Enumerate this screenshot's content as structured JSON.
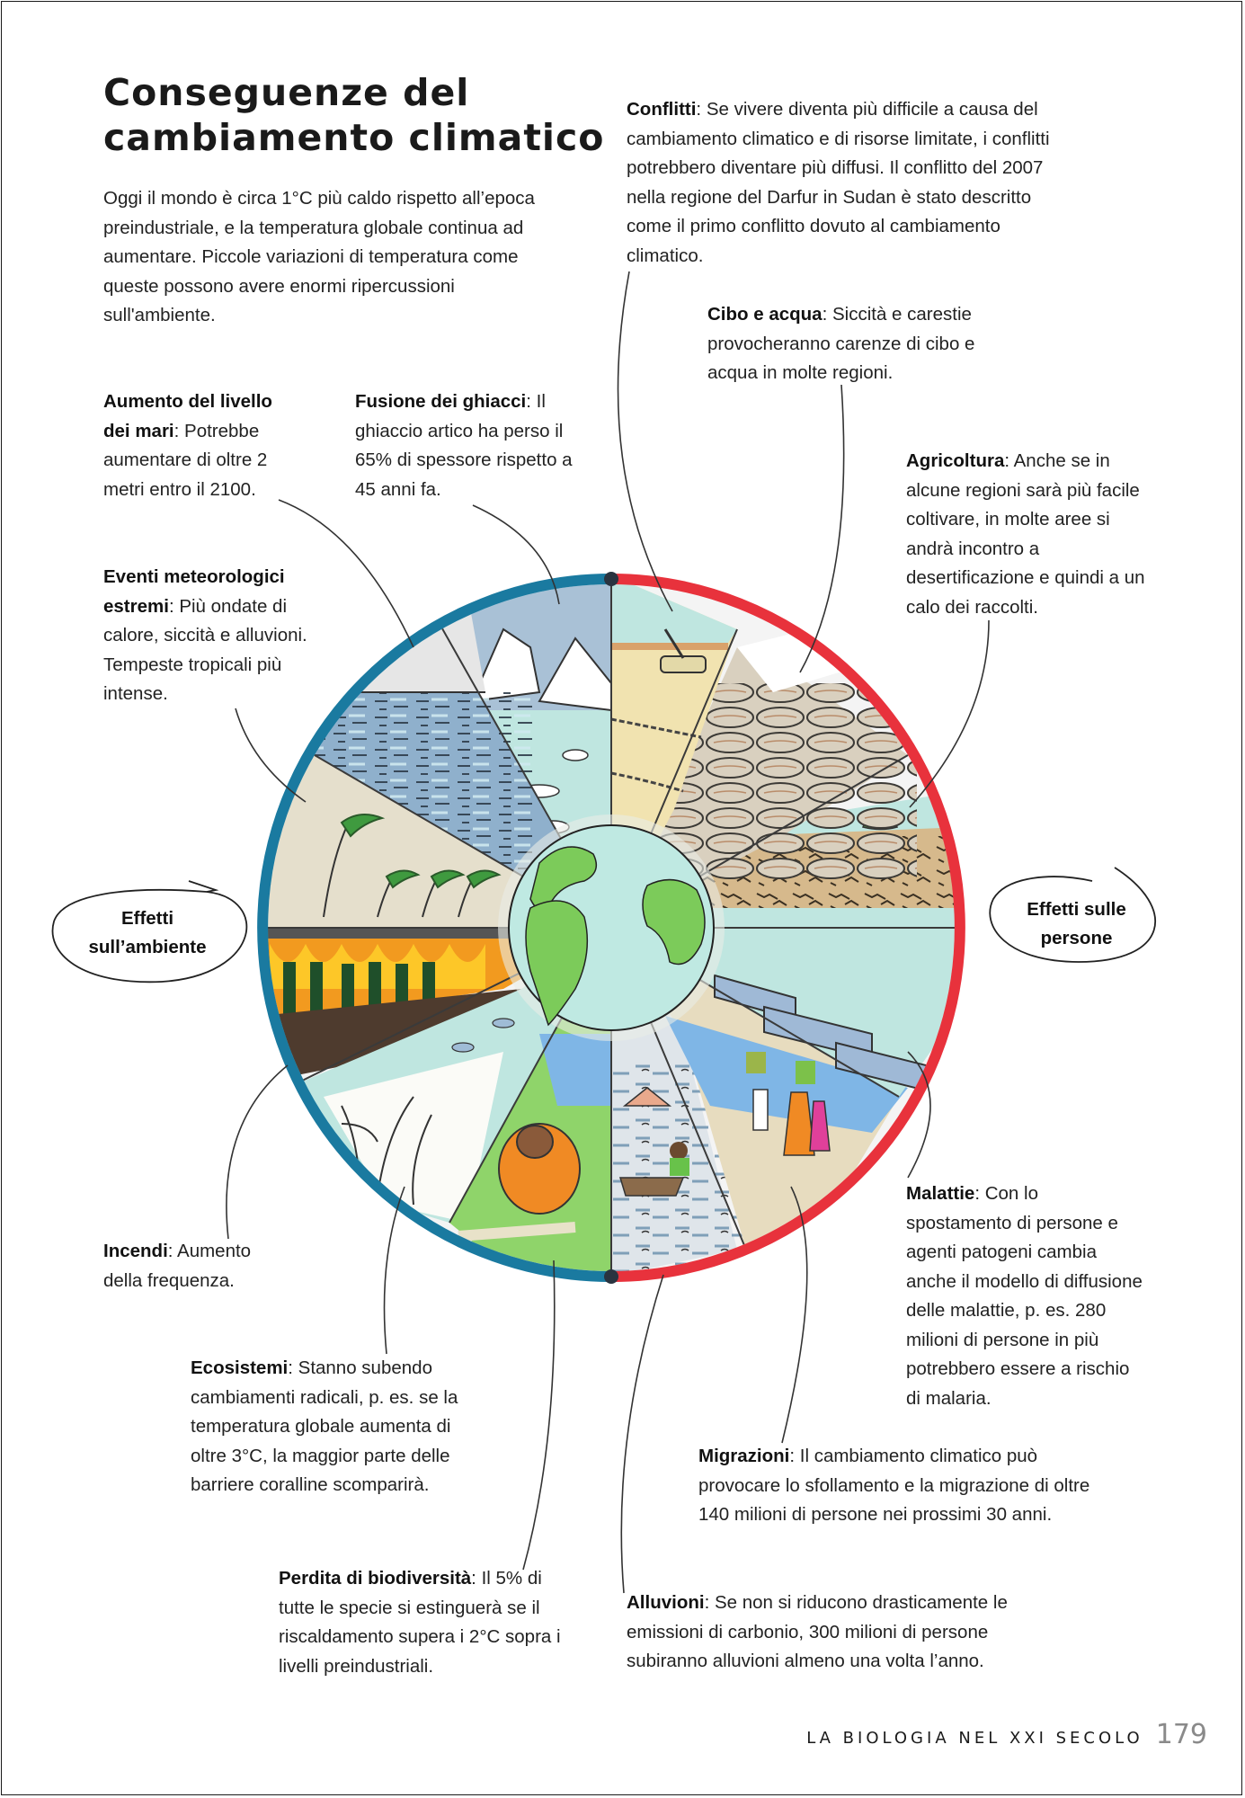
{
  "page": {
    "title_lines": [
      "Conseguenze del",
      "cambiamento climatico"
    ],
    "intro": "Oggi il mondo è circa 1°C più caldo rispetto all’epoca preindustriale, e la temperatura globale continua ad aumentare. Piccole variazioni di temperatura come queste possono avere enormi ripercussioni sull'ambiente."
  },
  "groups": {
    "environment": {
      "label_line1": "Effetti",
      "label_line2": "sull’ambiente",
      "ring_color": "#1a7aa0"
    },
    "people": {
      "label_line1": "Effetti sulle",
      "label_line2": "persone",
      "ring_color": "#e8323c"
    }
  },
  "notes": {
    "sea_level": {
      "heading": "Aumento del livello dei mari",
      "text": ": Potrebbe aumentare di oltre 2 metri entro il 2100."
    },
    "ice_melt": {
      "heading": "Fusione dei ghiacci",
      "text": ": Il ghiaccio artico ha perso il 65% di spessore rispetto a 45 anni fa."
    },
    "extreme_weather": {
      "heading": "Eventi meteorologici estremi",
      "text": ": Più ondate di calore, siccità e alluvioni. Tempeste tropicali più intense."
    },
    "fires": {
      "heading": "Incendi",
      "text": ": Aumento della frequenza."
    },
    "ecosystems": {
      "heading": "Ecosistemi",
      "text": ": Stanno subendo cambiamenti radicali, p. es. se la temperatura globale aumenta di oltre 3°C, la maggior parte delle barriere coralline scomparirà."
    },
    "biodiversity": {
      "heading": "Perdita di biodiversità",
      "text": ": Il 5% di tutte le specie si estinguerà se il riscaldamento supera i 2°C sopra i livelli preindustriali."
    },
    "conflicts": {
      "heading": "Conflitti",
      "text": ": Se vivere diventa più difficile a causa del cambiamento climatico e di risorse limitate, i conflitti potrebbero diventare più diffusi. Il conflitto del 2007 nella regione del Darfur in Sudan è stato descritto come il primo conflitto dovuto al cambiamento climatico."
    },
    "food_water": {
      "heading": "Cibo e acqua",
      "text": ": Siccità e carestie provocheranno carenze di cibo e acqua in molte regioni."
    },
    "agriculture": {
      "heading": "Agricoltura",
      "text": ": Anche se in alcune regioni sarà più facile coltivare, in molte aree si andrà incontro a desertificazione e quindi a un calo dei raccolti."
    },
    "diseases": {
      "heading": "Malattie",
      "text": ": Con lo spostamento di persone e agenti patogeni cambia anche il modello di diffusione delle malattie, p. es. 280 milioni di persone in più potrebbero essere a rischio di malaria."
    },
    "migration": {
      "heading": "Migrazioni",
      "text": ": Il cambiamento climatico può provocare lo sfollamento e la migrazione di oltre 140 milioni di persone nei prossimi 30 anni."
    },
    "floods": {
      "heading": "Alluvioni",
      "text": ": Se non si riducono drasticamente le emissioni di carbonio, 300 milioni di persone subiranno alluvioni almeno una volta l’anno."
    }
  },
  "wedges": [
    {
      "name": "ice-melt-wedge",
      "icon": "iceberg-icon",
      "color": "#a9c1d6"
    },
    {
      "name": "conflicts-wedge",
      "icon": "tank-icon",
      "color": "#f1e3b0"
    },
    {
      "name": "food-water-wedge",
      "icon": "sandbags-icon",
      "color": "#d9d0bf"
    },
    {
      "name": "agriculture-wedge",
      "icon": "cracked-soil-icon",
      "color": "#d6b98c"
    },
    {
      "name": "diseases-wedge",
      "icon": "hospital-beds-icon",
      "color": "#9fb9d6"
    },
    {
      "name": "migration-wedge",
      "icon": "migrants-icon",
      "color": "#e7dcbf"
    },
    {
      "name": "floods-wedge",
      "icon": "flood-boat-icon",
      "color": "#dfe5ea"
    },
    {
      "name": "biodiversity-wedge",
      "icon": "orangutan-icon",
      "color": "#8fd46a"
    },
    {
      "name": "ecosystems-wedge",
      "icon": "bleached-coral-icon",
      "color": "#bfe6e0"
    },
    {
      "name": "fires-wedge",
      "icon": "forest-fire-icon",
      "color": "#f29a1f"
    },
    {
      "name": "extreme-weather-wedge",
      "icon": "palm-storm-icon",
      "color": "#e5dfcc"
    },
    {
      "name": "sea-level-wedge",
      "icon": "waves-icon",
      "color": "#8fb0cc"
    }
  ],
  "globe": {
    "icon": "earth-globe-icon",
    "ocean": "#bfe9e2",
    "land": "#7ccb5a"
  },
  "footer": {
    "running_title": "LA BIOLOGIA NEL XXI SECOLO",
    "page_number": "179"
  }
}
